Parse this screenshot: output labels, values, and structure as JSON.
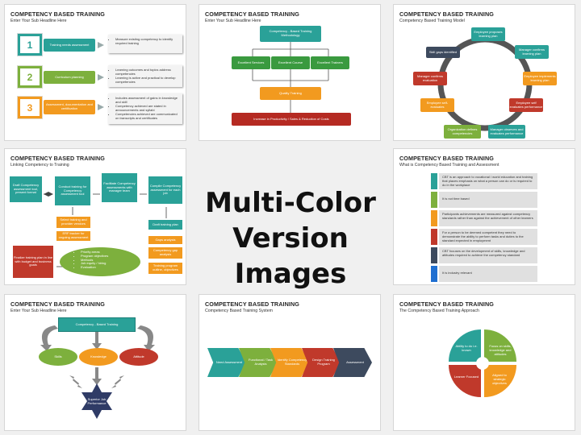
{
  "center_text": {
    "line1": "Multi-Color",
    "line2": "Version Images"
  },
  "colors": {
    "teal": "#2aa198",
    "green": "#7db03d",
    "orange": "#f29a1f",
    "red": "#c0392b",
    "navy": "#3d4a5e",
    "blue": "#1f6fd1"
  },
  "slide1": {
    "title": "COMPETENCY BASED TRAINING",
    "subtitle": "Enter Your Sub Headline Here",
    "rows": [
      {
        "num": "1",
        "label": "Training needs assessment",
        "bullets": [
          "Measure existing competency to identify required training"
        ]
      },
      {
        "num": "2",
        "label": "Curriculum planning",
        "bullets": [
          "Learning outcomes and topics address competencies",
          "Learning is active and practical to develop competencies"
        ]
      },
      {
        "num": "3",
        "label": "Assessment, documentation and certification",
        "bullets": [
          "Includes assessment of gains in knowledge and skill",
          "Competency achieved are stated in announcements and syllabi",
          "Competencies achieved are communicated on transcripts and certificates"
        ]
      }
    ]
  },
  "slide2": {
    "title": "COMPETENCY BASED TRAINING",
    "subtitle": "Enter Your Sub Headline Here",
    "top": "Competency - Based Training Methodology",
    "mid": [
      "Excellent Services",
      "Excellent Course",
      "Excellent Trainers"
    ],
    "quality": "Quality Training",
    "bottom": "Increase in Productivity / Sales & Reduction of Costs"
  },
  "slide3": {
    "title": "COMPETENCY BASED TRAINING",
    "subtitle": "Competency Based Training Model",
    "nodes": [
      "Employee proposes learning plan",
      "Manager confirms learning plan",
      "Employee implements learning plan",
      "Employee self evaluates performance",
      "Manager observes and evaluates performance",
      "Organization defines competencies",
      "Employee self-evaluates",
      "Manager confirms evaluation",
      "Skill gaps identified"
    ]
  },
  "slide4": {
    "title": "COMPETENCY BASED TRAINING",
    "subtitle": "Linking Competency to Training",
    "top": [
      "Draft Competency assessment tool, present format",
      "Conduct training for Competency assessment tool",
      "Facilitate Competency assessments with manager team",
      "Compile Competency assessment for each job"
    ],
    "mid_left": [
      "Select training and provider vendors",
      "ERF tracker for ongoing assessment"
    ],
    "right": [
      "Draft training plan",
      "Gaps analysis",
      "Competency gap analysis",
      "Training program outline, objectives"
    ],
    "oval": [
      "Priority areas",
      "Program objectives",
      "Methods",
      "Job equity / hiring",
      "Evaluation"
    ],
    "final": "Finalize training plan in line with budget and business goals"
  },
  "slide5": {
    "title": "COMPETENCY BASED TRAINING",
    "subtitle": "What is Competency Based Training and Assessment",
    "items": [
      "CBT is an approach to vocational / world education and training that places emphasis on what a person can do or is required to do in the workplace",
      "It is not time based",
      "Participants achievements are measured against competency standards rather than against the achievement of other learners",
      "For a person to be deemed competent they need to demonstrate the ability to perform tasks and duties to the standard expected in employment",
      "CBT focuses on the development of skills, knowledge and attitudes required to achieve the competency standard",
      "It is industry relevant"
    ]
  },
  "slide6": {
    "title": "COMPETENCY BASED TRAINING",
    "subtitle": "Enter Your Sub Headline Here",
    "top": "Competency - Based Training",
    "ovals": [
      "Skills",
      "Knowledge",
      "Attitude"
    ],
    "star": "Superior Job Performance"
  },
  "slide7": {
    "title": "COMPETENCY BASED TRAINING",
    "subtitle": "Competency Based Training System",
    "chevrons": [
      "Need Assessment",
      "Functional / Task Analysis",
      "Identify Competency Standards",
      "Design Training Program",
      "Assessment"
    ]
  },
  "slide8": {
    "title": "COMPETENCY BASED TRAINING",
    "subtitle": "The Competency Based Training Approach",
    "quadrants": [
      "Ability to do i.e. known",
      "Focus on skills, knowledge and attitudes",
      "Aligned to strategic objectives",
      "Learner Focused"
    ]
  }
}
